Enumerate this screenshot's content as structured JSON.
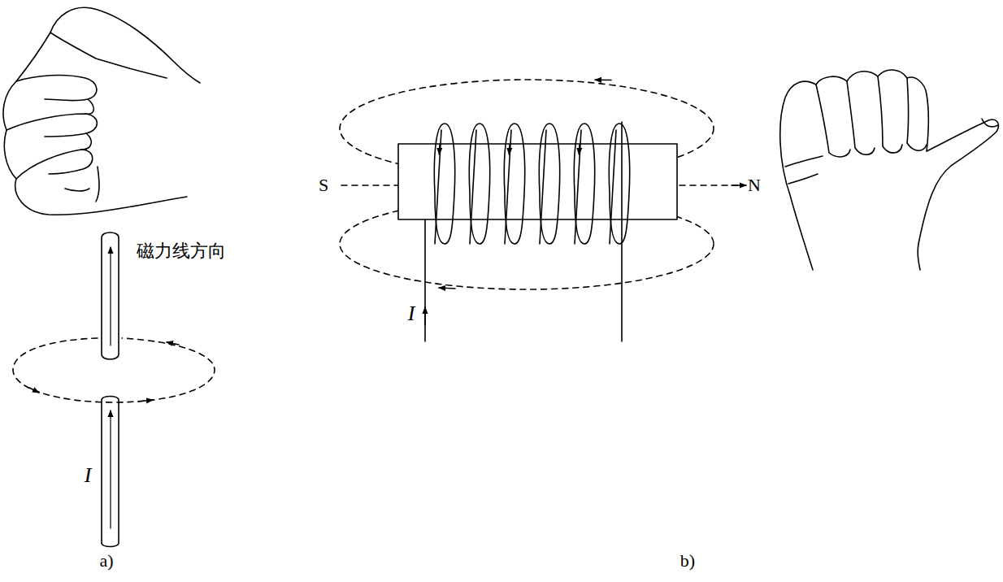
{
  "diagram": {
    "labels": [
      "磁力线方向",
      "I",
      "a)",
      "S",
      "N",
      "I",
      "b)"
    ]
  }
}
